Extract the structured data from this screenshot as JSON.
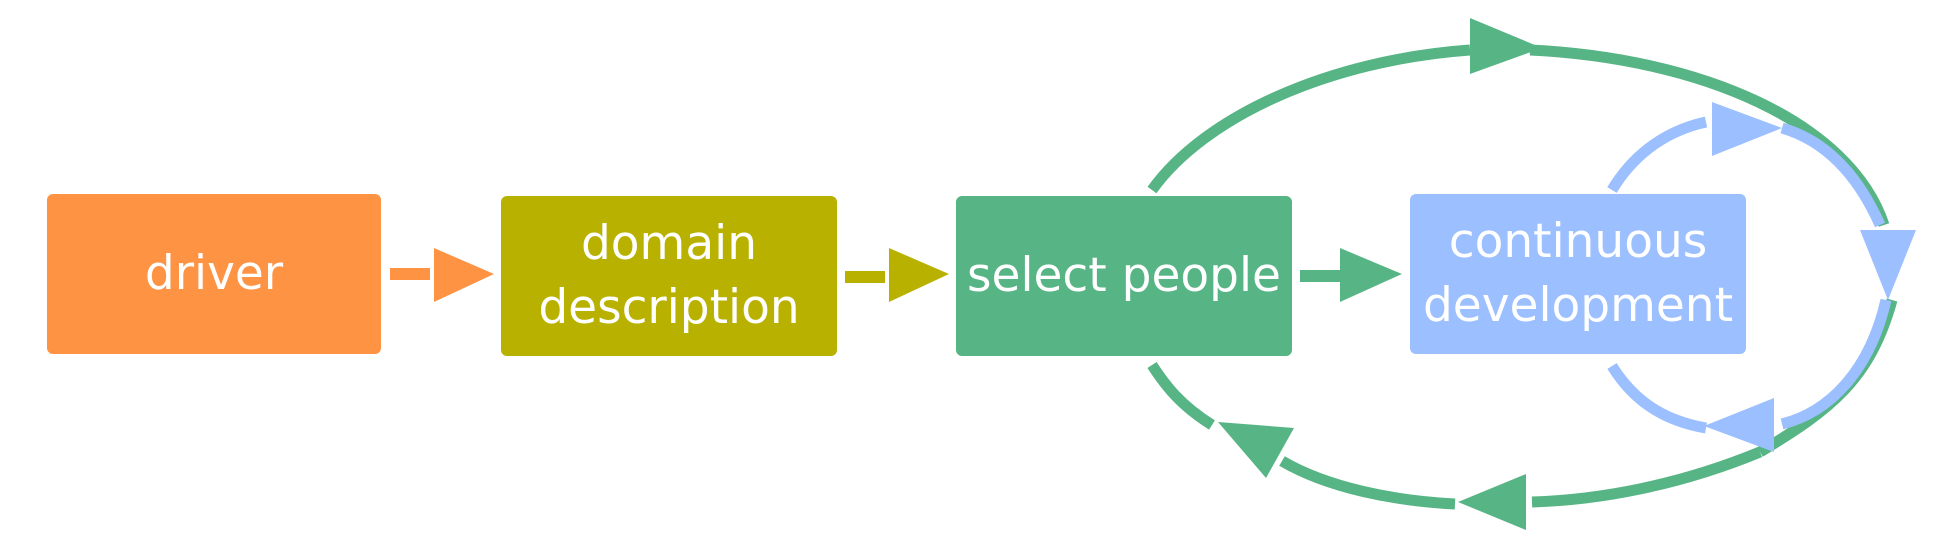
{
  "diagram": {
    "nodes": [
      {
        "id": "driver",
        "label": "driver",
        "color": "#ff9344"
      },
      {
        "id": "domain",
        "label": "domain\ndescription",
        "color": "#b9b100"
      },
      {
        "id": "select",
        "label": "select people",
        "color": "#57b585"
      },
      {
        "id": "continuous",
        "label": "continuous\ndevelopment",
        "color": "#9bbfff"
      }
    ],
    "edges": [
      {
        "from": "driver",
        "to": "domain",
        "color": "#ff9344"
      },
      {
        "from": "domain",
        "to": "select",
        "color": "#b9b100"
      },
      {
        "from": "select",
        "to": "continuous",
        "color": "#57b585"
      }
    ],
    "cycles": [
      {
        "name": "outer-loop",
        "around": [
          "select",
          "continuous"
        ],
        "color": "#57b585",
        "direction": "clockwise"
      },
      {
        "name": "inner-loop",
        "around": [
          "continuous"
        ],
        "color": "#9bbfff",
        "direction": "clockwise"
      }
    ]
  }
}
